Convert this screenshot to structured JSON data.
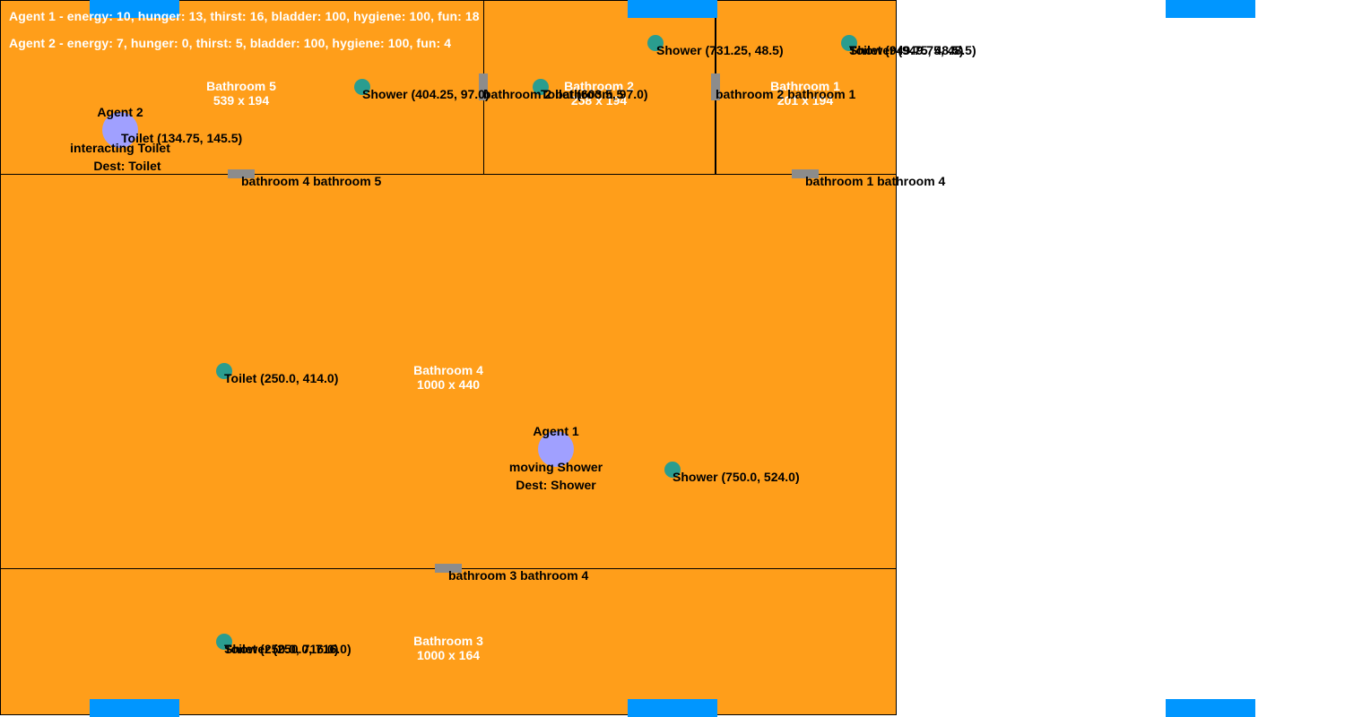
{
  "status": {
    "agent1": "Agent 1 - energy: 10, hunger: 13, thirst: 16, bladder: 100, hygiene: 100, fun: 18",
    "agent2": "Agent 2 - energy: 7, hunger: 0, thirst: 5, bladder: 100, hygiene: 100, fun: 4"
  },
  "rooms": {
    "bathroom5": {
      "name": "Bathroom 5",
      "size": "539 x 194"
    },
    "bathroom2": {
      "name": "Bathroom 2",
      "size": "258 x 194"
    },
    "bathroom1": {
      "name": "Bathroom 1",
      "size": "201 x 194"
    },
    "bathroom4": {
      "name": "Bathroom 4",
      "size": "1000 x 440"
    },
    "bathroom3": {
      "name": "Bathroom 3",
      "size": "1000 x 164"
    }
  },
  "doors": {
    "d45": "bathroom 4 bathroom 5",
    "d14": "bathroom 1 bathroom 4",
    "d34": "bathroom 3 bathroom 4",
    "d25": "bathroom 2 bathroom 5",
    "d21": "bathroom 2 bathroom 1"
  },
  "objects": {
    "b5_shower": "Shower (404.25, 97.0)",
    "b5_toilet": "Toilet (134.75, 145.5)",
    "b2_toilet": "Toilet (603.5, 97.0)",
    "b2_shower": "Shower (731.25, 48.5)",
    "b1_toilet": "Toilet (949.75, 48.5)",
    "b1_shower": "Shower (949.75, 48.5)",
    "b4_toilet": "Toilet (250.0, 414.0)",
    "b4_shower": "Shower (750.0, 524.0)",
    "b3_toilet": "Toilet (250.0, 716.0)",
    "b3_shower": "Shower (250.0, 716.0)"
  },
  "agents": {
    "agent1": {
      "name": "Agent 1",
      "action": "moving Shower",
      "dest": "Dest: Shower"
    },
    "agent2": {
      "name": "Agent 2",
      "action": "interacting Toilet",
      "dest": "Dest: Toilet"
    }
  },
  "colors": {
    "floor": "#ff9e1a",
    "window": "#0096ff",
    "door": "#8c8c8c",
    "object": "#2a9d8f",
    "agent": "#a0a0ff"
  }
}
